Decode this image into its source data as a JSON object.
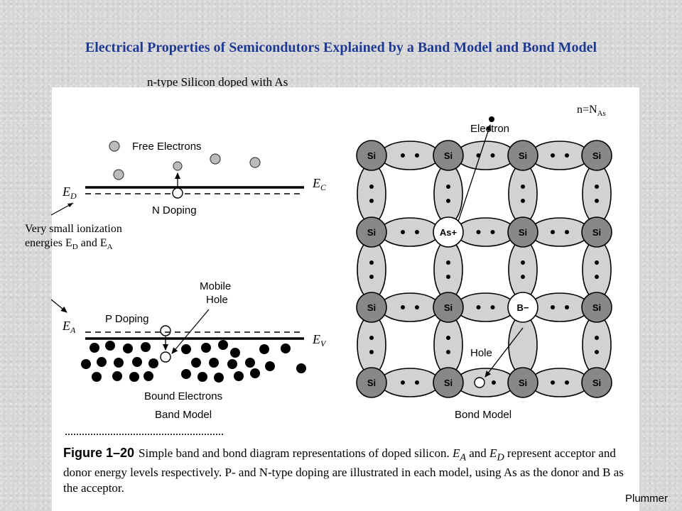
{
  "title": "Electrical Properties of Semicondutors Explained by a Band Model and Bond Model",
  "subtitle": "n-type Silicon doped with As",
  "n_equals": "n=N",
  "n_sub": "As",
  "side_note": {
    "line": "Very small ionization energies E",
    "sub1": "D",
    "mid": " and E",
    "sub2": "A"
  },
  "band": {
    "free_electrons": "Free Electrons",
    "n_doping": "N Doping",
    "ec": "E",
    "ec_sub": "C",
    "ed": "E",
    "ed_sub": "D",
    "p_doping": "P Doping",
    "mobile": "Mobile",
    "hole": "Hole",
    "ea": "E",
    "ea_sub": "A",
    "ev": "E",
    "ev_sub": "V",
    "bound_electrons": "Bound Electrons",
    "band_model": "Band Model"
  },
  "bond": {
    "electron": "Electron",
    "hole": "Hole",
    "bond_model": "Bond Model",
    "si": "Si",
    "as": "As+",
    "b": "B−"
  },
  "caption": {
    "fig": "Figure 1–20",
    "text": "Simple band and bond diagram representations of doped silicon. Eₐ and Eᴅ represent acceptor and donor energy levels respectively. P- and N-type doping are illustrated in each model, using As as the donor and B as the acceptor."
  },
  "caption_parts": {
    "a": "Simple band and bond diagram representations of doped silicon. ",
    "ea": "E",
    "ea_sub": "A",
    "b": " and ",
    "ed": "E",
    "ed_sub": "D",
    "c": " represent acceptor and donor energy levels respectively. P- and N-type doping are illustrated in each model, using As as the donor and B as the acceptor."
  },
  "credit": "Plummer"
}
